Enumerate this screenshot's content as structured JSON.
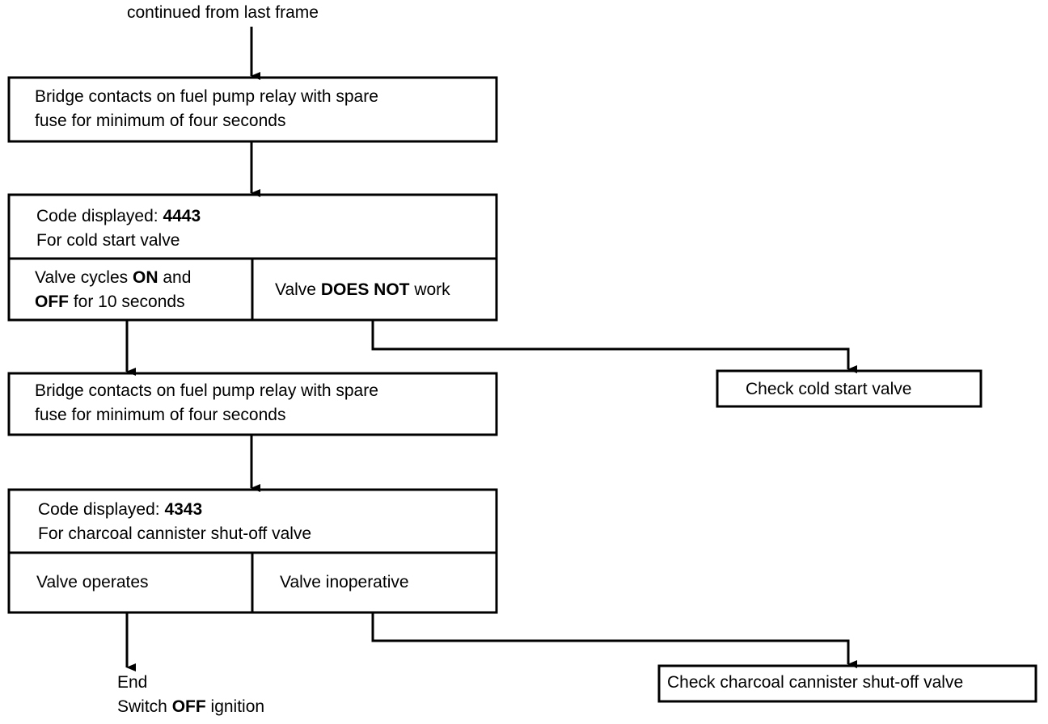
{
  "header": {
    "continued": "continued from last frame"
  },
  "step1": {
    "line1": "Bridge contacts on fuel pump relay with spare",
    "line2": "fuse for minimum of four seconds"
  },
  "code1": {
    "label": "Code displayed: ",
    "value": "4443",
    "desc": "For cold start valve",
    "ok": {
      "l1_pre": "Valve cycles ",
      "l1_bold": "ON",
      "l1_post": " and",
      "l2_bold": "OFF",
      "l2_post": " for 10 seconds"
    },
    "fail": {
      "pre": "Valve ",
      "bold": "DOES NOT",
      "post": " work"
    },
    "action": "Check cold start valve"
  },
  "step2": {
    "line1": "Bridge contacts on fuel pump relay with spare",
    "line2": "fuse for minimum of four seconds"
  },
  "code2": {
    "label": "Code displayed: ",
    "value": "4343",
    "desc": "For charcoal cannister shut-off valve",
    "ok": "Valve operates",
    "fail": "Valve inoperative",
    "action": "Check charcoal cannister shut-off valve"
  },
  "end": {
    "line1": "End",
    "pre": "Switch ",
    "bold": "OFF",
    "post": " ignition"
  }
}
